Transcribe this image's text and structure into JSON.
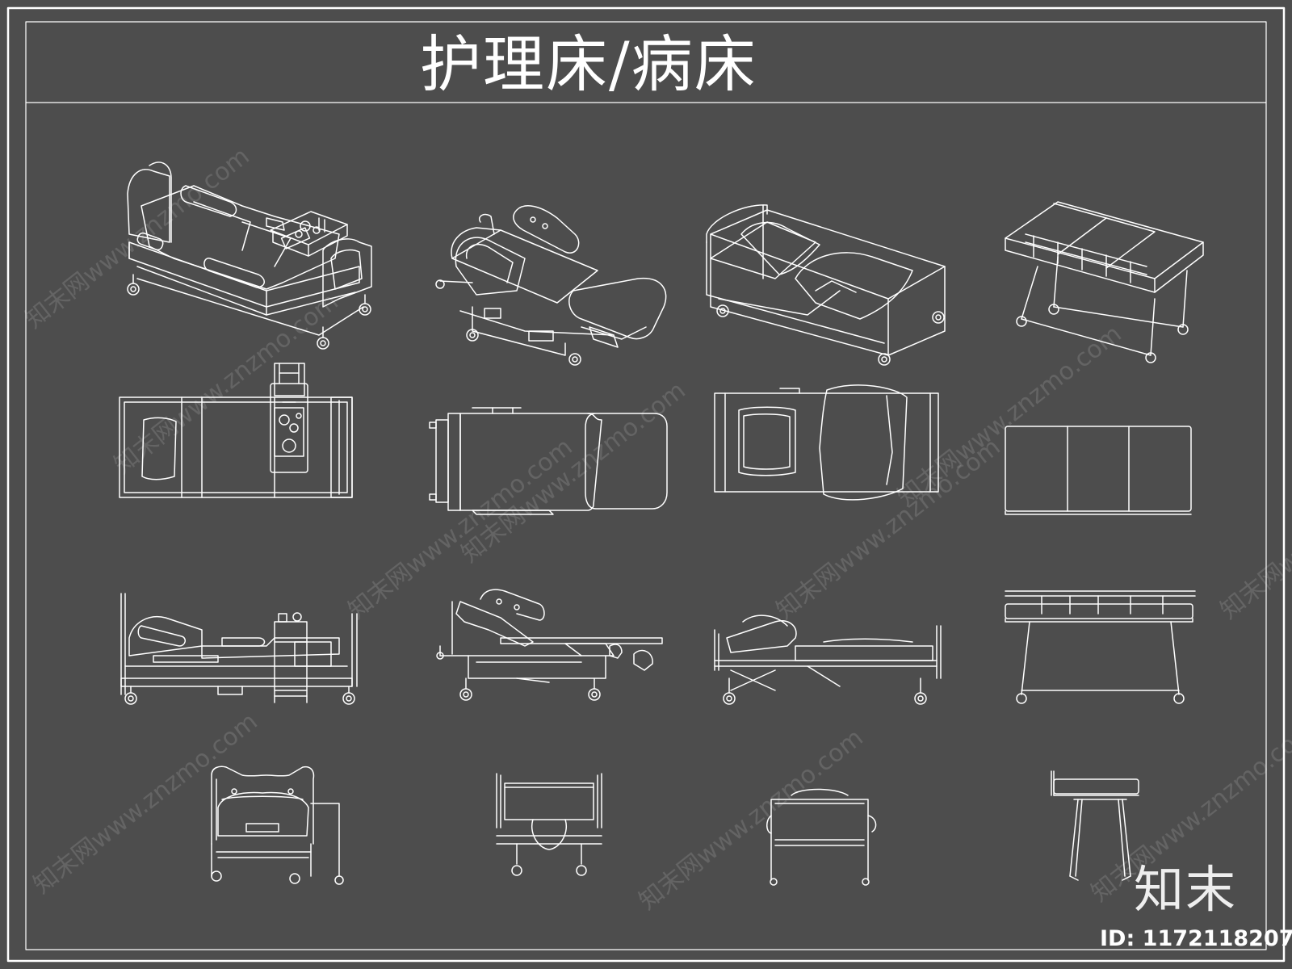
{
  "sheet": {
    "title": "护理床/病床",
    "logo_text": "知末",
    "id_label": "ID: 1172118207",
    "watermark_text": "知末网www.znzmo.com"
  },
  "colors": {
    "background": "#4d4d4d",
    "line": "#ffffff"
  },
  "views": [
    {
      "bed": "electric-care-bed-with-tray",
      "view": "isometric"
    },
    {
      "bed": "obstetric-delivery-bed",
      "view": "isometric"
    },
    {
      "bed": "manual-hospital-bed",
      "view": "isometric"
    },
    {
      "bed": "transfer-stretcher",
      "view": "isometric"
    },
    {
      "bed": "electric-care-bed-with-tray",
      "view": "plan"
    },
    {
      "bed": "obstetric-delivery-bed",
      "view": "plan"
    },
    {
      "bed": "manual-hospital-bed",
      "view": "plan"
    },
    {
      "bed": "transfer-stretcher",
      "view": "plan"
    },
    {
      "bed": "electric-care-bed-with-tray",
      "view": "side-elevation"
    },
    {
      "bed": "obstetric-delivery-bed",
      "view": "side-elevation"
    },
    {
      "bed": "manual-hospital-bed",
      "view": "side-elevation"
    },
    {
      "bed": "transfer-stretcher",
      "view": "side-elevation"
    },
    {
      "bed": "electric-care-bed-with-tray",
      "view": "end-elevation"
    },
    {
      "bed": "obstetric-delivery-bed",
      "view": "end-elevation"
    },
    {
      "bed": "manual-hospital-bed",
      "view": "end-elevation"
    },
    {
      "bed": "transfer-stretcher",
      "view": "end-elevation"
    }
  ]
}
